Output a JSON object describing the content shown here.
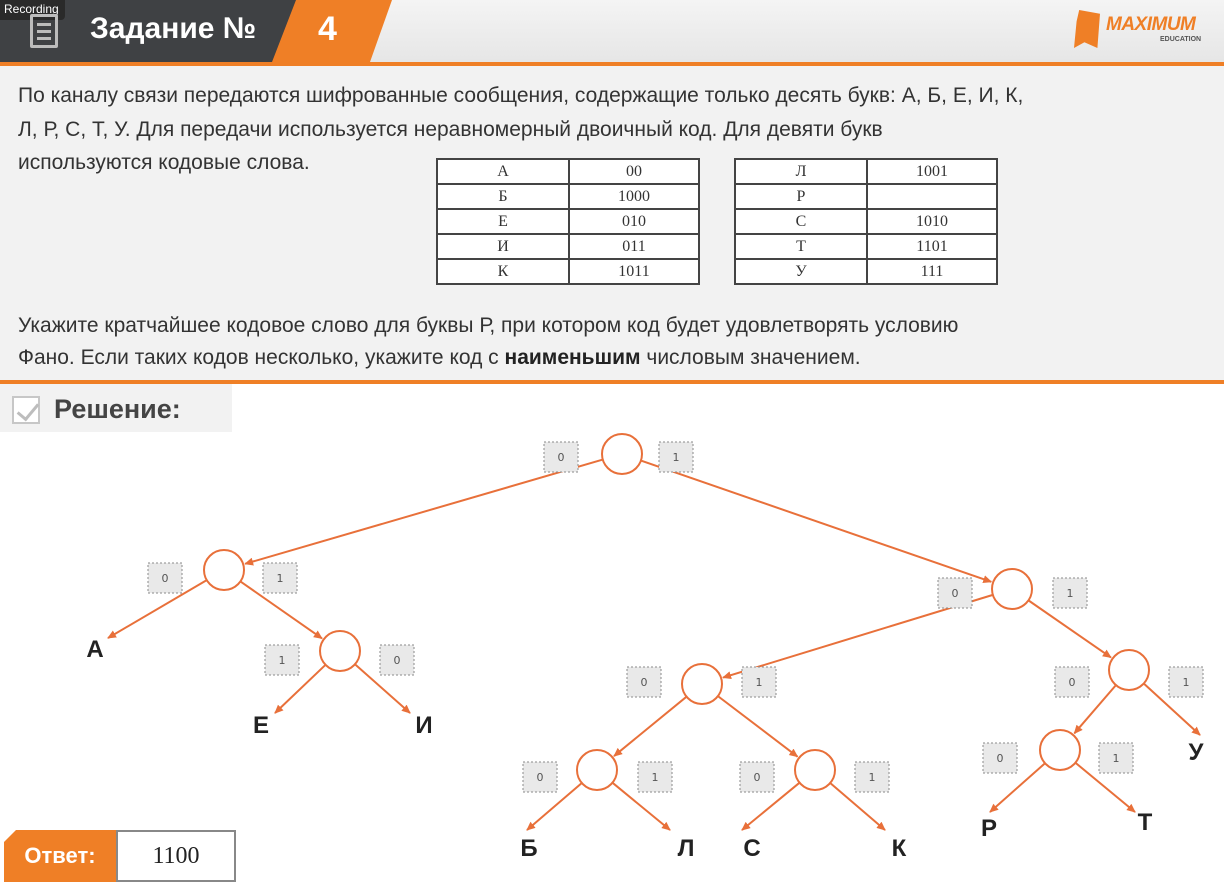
{
  "recording": "Recording",
  "header": {
    "title": "Задание №",
    "number": "4",
    "logo_text": "MAXIMUM",
    "logo_sub": "EDUCATION"
  },
  "problem": {
    "line1": "По каналу связи передаются шифрованные сообщения, содержащие только десять букв: А, Б, Е, И, К,",
    "line2": "Л, Р, С, Т, У. Для передачи используется неравномерный двоичный код. Для девяти букв",
    "line3": "используются кодовые слова.",
    "question1": "Укажите кратчайшее кодовое слово для буквы Р, при котором код будет удовлетворять условию",
    "question2_pre": "Фано. Если таких кодов несколько, укажите код с ",
    "question2_bold": "наименьшим",
    "question2_post": " числовым значением."
  },
  "table_left": [
    {
      "letter": "А",
      "code": "00"
    },
    {
      "letter": "Б",
      "code": "1000"
    },
    {
      "letter": "Е",
      "code": "010"
    },
    {
      "letter": "И",
      "code": "011"
    },
    {
      "letter": "К",
      "code": "1011"
    }
  ],
  "table_right": [
    {
      "letter": "Л",
      "code": "1001"
    },
    {
      "letter": "Р",
      "code": ""
    },
    {
      "letter": "С",
      "code": "1010"
    },
    {
      "letter": "Т",
      "code": "1101"
    },
    {
      "letter": "У",
      "code": "111"
    }
  ],
  "solution": {
    "title": "Решение:"
  },
  "answer": {
    "label": "Ответ:",
    "value": "1100"
  },
  "tree": {
    "line_color": "#e8703a",
    "node_border": "#e8703a",
    "nodes": [
      {
        "id": "n0"
      },
      {
        "id": "n1"
      },
      {
        "id": "n2"
      },
      {
        "id": "n3"
      },
      {
        "id": "n4"
      },
      {
        "id": "n5"
      },
      {
        "id": "n6"
      },
      {
        "id": "n7"
      },
      {
        "id": "n8"
      },
      {
        "id": "n9"
      }
    ],
    "edge_labels": [
      "0",
      "1",
      "0",
      "1",
      "1",
      "0",
      "0",
      "1",
      "0",
      "1",
      "0",
      "1",
      "0",
      "1",
      "0",
      "1",
      "0",
      "1"
    ],
    "leaves": [
      "А",
      "Е",
      "И",
      "Б",
      "Л",
      "С",
      "К",
      "Р",
      "Т",
      "У"
    ]
  }
}
